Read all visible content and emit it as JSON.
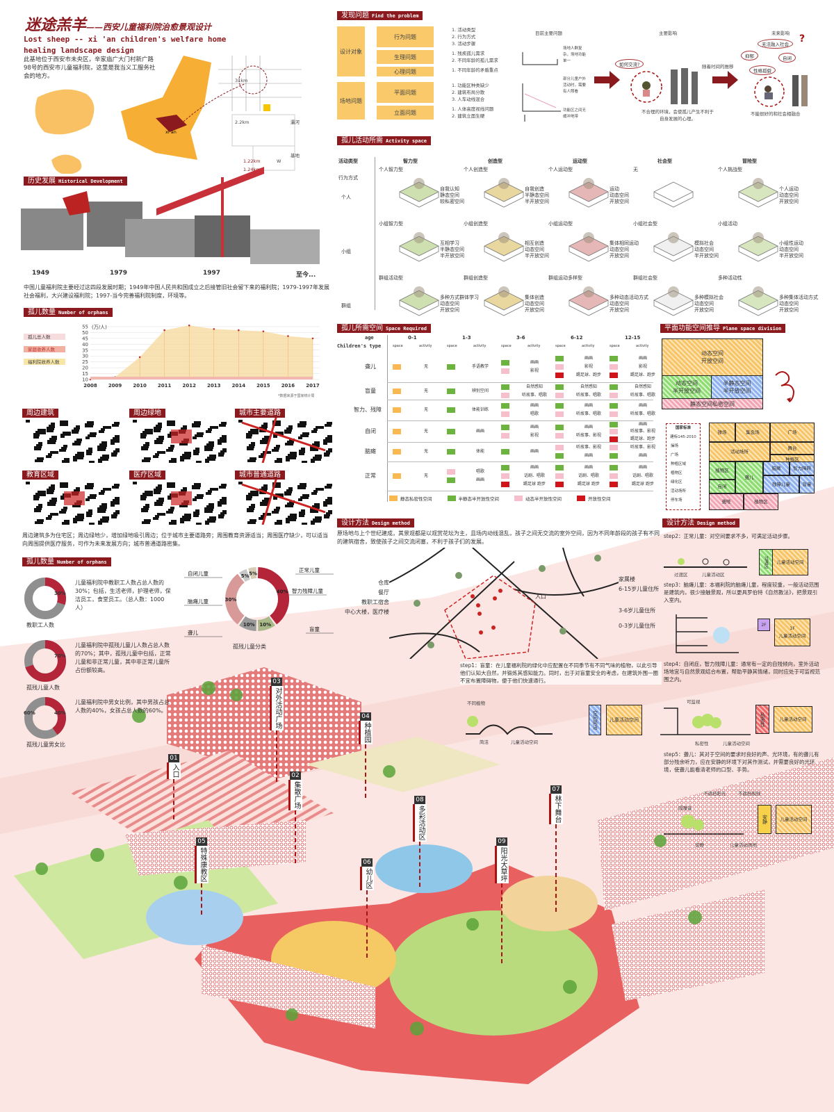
{
  "header": {
    "title_cn": "迷途羔羊",
    "title_sub": "——西安儿童福利院治愈景观设计",
    "title_en1": "Lost sheep -- xi 'an children's welfare home",
    "title_en2": "healing landscape design",
    "intro": "此基地位于西安市未央区，辛家庙广大门村新广路98号的西安市儿童福利院，这里是我当义工服务社会的地方。"
  },
  "location": {
    "labels": [
      "31km",
      "xi an",
      "灞河",
      "2.2km",
      "基地",
      "1.22km",
      "1.24km",
      "W"
    ]
  },
  "history": {
    "heading": "历史发展",
    "heading_en": "Historical Development",
    "years": [
      "1949",
      "1979",
      "1997",
      "至今..."
    ],
    "text": "中国儿童福利院主要经过这四段发展时期；1949年中国人民共和国成立之后接管旧社会留下来的福利院；1979-1997年发展社会福利，大兴建设福利院；1997-当今完善福利院制度，环境等。"
  },
  "orphans": {
    "heading": "孤儿数量",
    "heading_en": "Number of orphans",
    "source": "*数据来源于国家统计局"
  },
  "chart_data": {
    "type": "area",
    "title": "",
    "unit_label": "(万/人)",
    "x": [
      "2008",
      "2009",
      "2010",
      "2011",
      "2012",
      "2013",
      "2014",
      "2015",
      "2016",
      "2017"
    ],
    "series": [
      {
        "name": "孤儿总人数",
        "values": [
          10,
          12,
          29,
          52,
          56,
          53,
          52,
          51,
          47,
          45
        ]
      }
    ],
    "legend": [
      "孤儿总人数",
      "家庭收养人数",
      "福利院收养人数"
    ],
    "yticks": [
      10,
      15,
      20,
      25,
      30,
      35,
      40,
      45,
      50,
      55
    ],
    "ylim": [
      10,
      55
    ],
    "legend_position": "left",
    "grid": true
  },
  "surroundings": {
    "tiles": [
      "周边建筑",
      "周边绿地",
      "城市主要道路",
      "教育区域",
      "医疗区域",
      "城市普通道路"
    ],
    "text": "周边建筑多为住宅区；周边绿地少，增加绿地吸引周边；位于城市主要道路旁；周围教育资源适当；周围医疗缺少，可以适当向周围提供医疗服务，可作为未来发展方向；城市普通道路密集。"
  },
  "donuts": {
    "heading": "孤儿数量",
    "heading_en": "Number of orphans",
    "items": [
      {
        "pct": "30%",
        "value": 30,
        "label": "教职工人数",
        "text": "儿童福利院中教职工人数占总人数的30%；包括，生活老师，护理老师，保洁员工，食堂员工。（总人数：1000人）"
      },
      {
        "pct": "70%",
        "value": 70,
        "label": "孤残儿童人数",
        "text": "儿童福利院中孤残儿童儿人数占总人数的70%；其中，孤残儿童中包括，正常儿童和非正常儿童，其中非正常儿童所占份额较高。"
      },
      {
        "pct": "40%",
        "pct2": "60%",
        "value": 40,
        "label": "孤残儿童男女比",
        "text": "儿童福利院中男女比例，其中男孩占总人数的40%，女孩占总人数的60%。"
      }
    ],
    "classification": {
      "title": "孤残儿童分类",
      "slices": [
        {
          "name": "智力残障儿童",
          "value": 40,
          "pct": "40%",
          "color": "#b5253a"
        },
        {
          "name": "盲童",
          "value": 10,
          "pct": "10%",
          "color": "#a9b98a"
        },
        {
          "name": "聋儿",
          "value": 10,
          "pct": "10%",
          "color": "#9a9a9a"
        },
        {
          "name": "脑瘫儿童",
          "value": 30,
          "pct": "30%",
          "color": "#d89a98"
        },
        {
          "name": "自闭儿童",
          "value": 5,
          "pct": "5%",
          "color": "#c8c8c8"
        },
        {
          "name": "正常儿童",
          "value": 5,
          "pct": "5%",
          "color": "#d6cdb4"
        }
      ]
    }
  },
  "problem": {
    "heading": "发现问题",
    "heading_en": "Find the problem",
    "groups": [
      {
        "name": "设计对象",
        "items": [
          {
            "name": "行为问题",
            "points": [
              "1. 活动类型",
              "2. 行为方式",
              "3. 活动步骤"
            ]
          },
          {
            "name": "生理问题",
            "points": [
              "1. 残疾孤儿需求",
              "2. 不同年龄的孤儿需求"
            ]
          },
          {
            "name": "心理问题",
            "points": [
              "1. 不同年龄的矛盾重点"
            ]
          }
        ]
      },
      {
        "name": "场地问题",
        "items": [
          {
            "name": "平面问题",
            "points": [
              "1. 功能区种类缺少",
              "2. 建筑布局分散",
              "3. 人车动线混合"
            ]
          },
          {
            "name": "立面问题",
            "points": [
              "1. 人体高度视线问题",
              "2. 建筑立面生硬"
            ]
          }
        ]
      }
    ],
    "current_title": "目前主要问题",
    "current": [
      "场地人群复杂，场地功能单一",
      "部分儿童户外活动时，需要有人照看",
      "功能区之间无缓冲地带"
    ],
    "impact_title": "主要影响",
    "impact_bubble": "如何交流?",
    "impact_text": "不合理的环境，会使孤儿产生不利于自身发展的心理。",
    "over_time": "随着时间的推移",
    "future_title": "未来影响",
    "future_bubbles": [
      "无法融入社会",
      "抑郁",
      "自闭",
      "性格孤僻"
    ],
    "future_text": "不能很好的和社会相融合"
  },
  "activity": {
    "heading": "孤儿活动所需",
    "heading_en": "Activity space",
    "row_header": "活动类型",
    "sub_header": "行为方式",
    "types": [
      "智力型",
      "创造型",
      "运动型",
      "社会型",
      "冒险型"
    ],
    "rows": [
      {
        "name": "个人",
        "cells": [
          {
            "t": "个人智力型",
            "d": "自我认知\n静态空间\n较私密空间"
          },
          {
            "t": "个人创造型",
            "d": "自我创造\n半静态空间\n半开放空间"
          },
          {
            "t": "个人运动型",
            "d": "运动\n动态空间\n开放空间"
          },
          {
            "t": "无",
            "d": ""
          },
          {
            "t": "个人挑战型",
            "d": "个人运动\n动态空间\n开放空间"
          }
        ]
      },
      {
        "name": "小组",
        "cells": [
          {
            "t": "小组智力型",
            "d": "互相学习\n半静态空间\n半开放空间"
          },
          {
            "t": "小组创造型",
            "d": "相互创造\n动态空间\n半开放空间"
          },
          {
            "t": "小组运动型",
            "d": "集体相同运动\n动态空间\n开放空间"
          },
          {
            "t": "小组社会型",
            "d": "模拟社会\n动态空间\n半开放空间"
          },
          {
            "t": "小组活动",
            "d": "小组性运动\n动态空间\n半开放空间"
          }
        ]
      },
      {
        "name": "群组",
        "cells": [
          {
            "t": "群组活动型",
            "d": "多种方式群体学习\n动态空间\n开放空间"
          },
          {
            "t": "群组创造型",
            "d": "集体创造\n动态空间\n开放空间"
          },
          {
            "t": "群组运动多样型",
            "d": "多种动态活动方式\n动态空间\n开放空间"
          },
          {
            "t": "群组社会型",
            "d": "多种模拟社会\n动态空间\n开放空间"
          },
          {
            "t": "多种活动性",
            "d": "多种集体活动方式\n动态空间\n开放空间"
          }
        ]
      }
    ]
  },
  "space_required": {
    "heading": "孤儿所需空间",
    "heading_en": "Space Required",
    "corner1": "age",
    "corner2": "Children's type",
    "ages": [
      "0-1",
      "1-3",
      "3-6",
      "6-12",
      "12-15"
    ],
    "sub": [
      "space",
      "activity"
    ],
    "colors": {
      "o": "#f9b851",
      "g": "#6db33f",
      "p": "#f7bfcc",
      "r": "#d0141a"
    },
    "rows": [
      {
        "type": "聋儿",
        "cells": [
          [
            [
              "o",
              "无"
            ]
          ],
          [
            [
              "g",
              "手语教学"
            ]
          ],
          [
            [
              "g",
              "画画"
            ],
            [
              "p",
              "影视"
            ]
          ],
          [
            [
              "g",
              "画画"
            ],
            [
              "p",
              "影视"
            ],
            [
              "r",
              "踢足球、跑步"
            ]
          ],
          [
            [
              "g",
              "画画"
            ],
            [
              "p",
              "影视"
            ],
            [
              "r",
              "踢足球、跑步"
            ]
          ]
        ]
      },
      {
        "type": "盲童",
        "cells": [
          [
            [
              "o",
              "无"
            ]
          ],
          [
            [
              "g",
              "辨别空间"
            ]
          ],
          [
            [
              "g",
              "自然感知"
            ],
            [
              "p",
              "听故事、唱歌"
            ]
          ],
          [
            [
              "g",
              "自然感知"
            ],
            [
              "p",
              "听故事、唱歌"
            ]
          ],
          [
            [
              "g",
              "自然感知"
            ],
            [
              "p",
              "听故事、唱歌"
            ]
          ]
        ]
      },
      {
        "type": "智力、残障",
        "cells": [
          [
            [
              "o",
              "无"
            ]
          ],
          [
            [
              "g",
              "体能训练"
            ]
          ],
          [
            [
              "g",
              "画画"
            ],
            [
              "p",
              "唱歌"
            ]
          ],
          [
            [
              "g",
              "画画"
            ],
            [
              "p",
              "听故事、唱歌"
            ]
          ],
          [
            [
              "g",
              "画画"
            ],
            [
              "p",
              "听故事、唱歌"
            ]
          ]
        ]
      },
      {
        "type": "自闭",
        "cells": [
          [
            [
              "o",
              "无"
            ]
          ],
          [
            [
              "g",
              "画画"
            ]
          ],
          [
            [
              "g",
              "画画"
            ],
            [
              "p",
              "影视"
            ]
          ],
          [
            [
              "g",
              "画画"
            ],
            [
              "p",
              "听故事、影视"
            ]
          ],
          [
            [
              "g",
              "画画"
            ],
            [
              "p",
              "听故事、影视"
            ],
            [
              "r",
              "踢足球、跑步"
            ]
          ]
        ]
      },
      {
        "type": "脑瘫",
        "cells": [
          [
            [
              "o",
              "无"
            ]
          ],
          [
            [
              "g",
              "体能"
            ]
          ],
          [
            [
              "g",
              "画画"
            ]
          ],
          [
            [
              "p",
              "听故事、影视"
            ],
            [
              "g",
              "画画"
            ]
          ],
          [
            [
              "p",
              "听故事、影视"
            ],
            [
              "g",
              "画画"
            ]
          ]
        ]
      },
      {
        "type": "正常",
        "cells": [
          [
            [
              "o",
              "无"
            ]
          ],
          [
            [
              "p",
              "唱歌"
            ],
            [
              "g",
              "画画"
            ]
          ],
          [
            [
              "g",
              "画画"
            ],
            [
              "p",
              "话剧、唱歌"
            ],
            [
              "r",
              "踢足球 跑步"
            ]
          ],
          [
            [
              "g",
              "画画"
            ],
            [
              "p",
              "话剧、唱歌"
            ],
            [
              "r",
              "踢足球 跑步"
            ]
          ],
          [
            [
              "g",
              "画画"
            ],
            [
              "p",
              "话剧、唱歌"
            ],
            [
              "r",
              "踢足球 跑步"
            ]
          ]
        ]
      }
    ],
    "legend": [
      {
        "c": "o",
        "label": "静态私密性空间"
      },
      {
        "c": "g",
        "label": "半静态半开放性空间"
      },
      {
        "c": "p",
        "label": "动态半开放性空间"
      },
      {
        "c": "r",
        "label": "开放性空间"
      }
    ]
  },
  "plane": {
    "heading": "平面功能空间推导",
    "heading_en": "Plane space division",
    "blocks": [
      "动态空间\n开放空间",
      "动态空间\n半开放空间",
      "半静态空间\n半开放空间",
      "静态空间私密空间"
    ],
    "standard_title": "国家标准",
    "standard_code": "建标145-2010",
    "standard_items": [
      "操场",
      "广场",
      "种植区域",
      "植物区",
      "绿化区",
      "活动场所",
      "停车场"
    ],
    "sketch": [
      "操场",
      "集会场",
      "广场",
      "舞台",
      "活动场所",
      "种植区",
      "植物区",
      "聋儿",
      "自闭",
      "脑瘫",
      "智力障碍",
      "残障儿童",
      "盲童",
      "聋哑",
      "植物区"
    ]
  },
  "design_left": {
    "heading": "设计方法",
    "heading_en": "Design method",
    "text": "原场地与上个世纪建成，其景观都是以观赏花坛为主，且场内动线混乱，孩子之间无交流的室外空间，因为不同年龄段的孩子有不同的建筑宿舍，致使孩子之间交流闭塞，不利于孩子们的发展。",
    "map_left": [
      "仓库",
      "餐厅",
      "教职工宿舍",
      "中心大楼，医疗楼"
    ],
    "map_right": [
      "家属楼",
      "6-15岁儿童住所",
      "3-6岁儿童住所",
      "0-3岁儿童住所"
    ],
    "entrance": "入口",
    "step1": "step1：盲童：在儿童福利院的绿化中应配置在不同季节有不同气味的植物，以此引导他们认知大自然，并锻炼其感知能力。同时，出于对盲童安全的考虑，在建筑外围一圈不宜布置障碍物，便于他们快速通行。",
    "step1_labels": [
      "不同植物",
      "简洁",
      "儿童活动空间",
      "空间简洁",
      "儿童活动空间"
    ]
  },
  "design_right": {
    "heading": "设计方法",
    "heading_en": "Design method",
    "step2": "step2：正常儿童：对空间要求不多，可满足活动步骤。",
    "step2_labels": [
      "过渡区",
      "儿童活动区",
      "过渡区",
      "儿童活动空间"
    ],
    "step3": "step3：脑瘫儿童：本福利院的脑瘫儿童，程度较重，一般活动范围是建筑内，很少接触景观，所以更具罗伯特《自然教法》，把景观引入室内。",
    "step3_labels": [
      "2F",
      "1F",
      "儿童活动空间"
    ],
    "step4": "step4：自闭症，智力残障儿童：通常有一定的自残倾向，室外活动场地宜与自然景观结合布置，帮助平静其情绪，同时应处于可监视范围之内。",
    "step4_labels": [
      "可监视",
      "私密性",
      "儿童活动空间",
      "私密性",
      "儿童活动空间"
    ],
    "step5": "step5：聋儿：其对于空间的要求时良好的声、光环境，有的聋儿有部分残余听力，应在安静的环境下对其作测试，并需要良好的光环境，使聋儿能看清老师的口型、手势。",
    "step5_labels": [
      "不遮挡阳光",
      "不遮挡视线",
      "隔噪音",
      "安静",
      "儿童活动场地",
      "安静",
      "儿童活动空间"
    ]
  },
  "plan": {
    "zones": [
      {
        "num": "01",
        "name": "入口"
      },
      {
        "num": "02",
        "name": "集散广场"
      },
      {
        "num": "03",
        "name": "对外活动广场"
      },
      {
        "num": "04",
        "name": "种植园"
      },
      {
        "num": "05",
        "name": "特殊康教区"
      },
      {
        "num": "06",
        "name": "幼儿区"
      },
      {
        "num": "07",
        "name": "林下舞台"
      },
      {
        "num": "08",
        "name": "多彩活动区"
      },
      {
        "num": "09",
        "name": "阳光大草坪"
      }
    ]
  }
}
